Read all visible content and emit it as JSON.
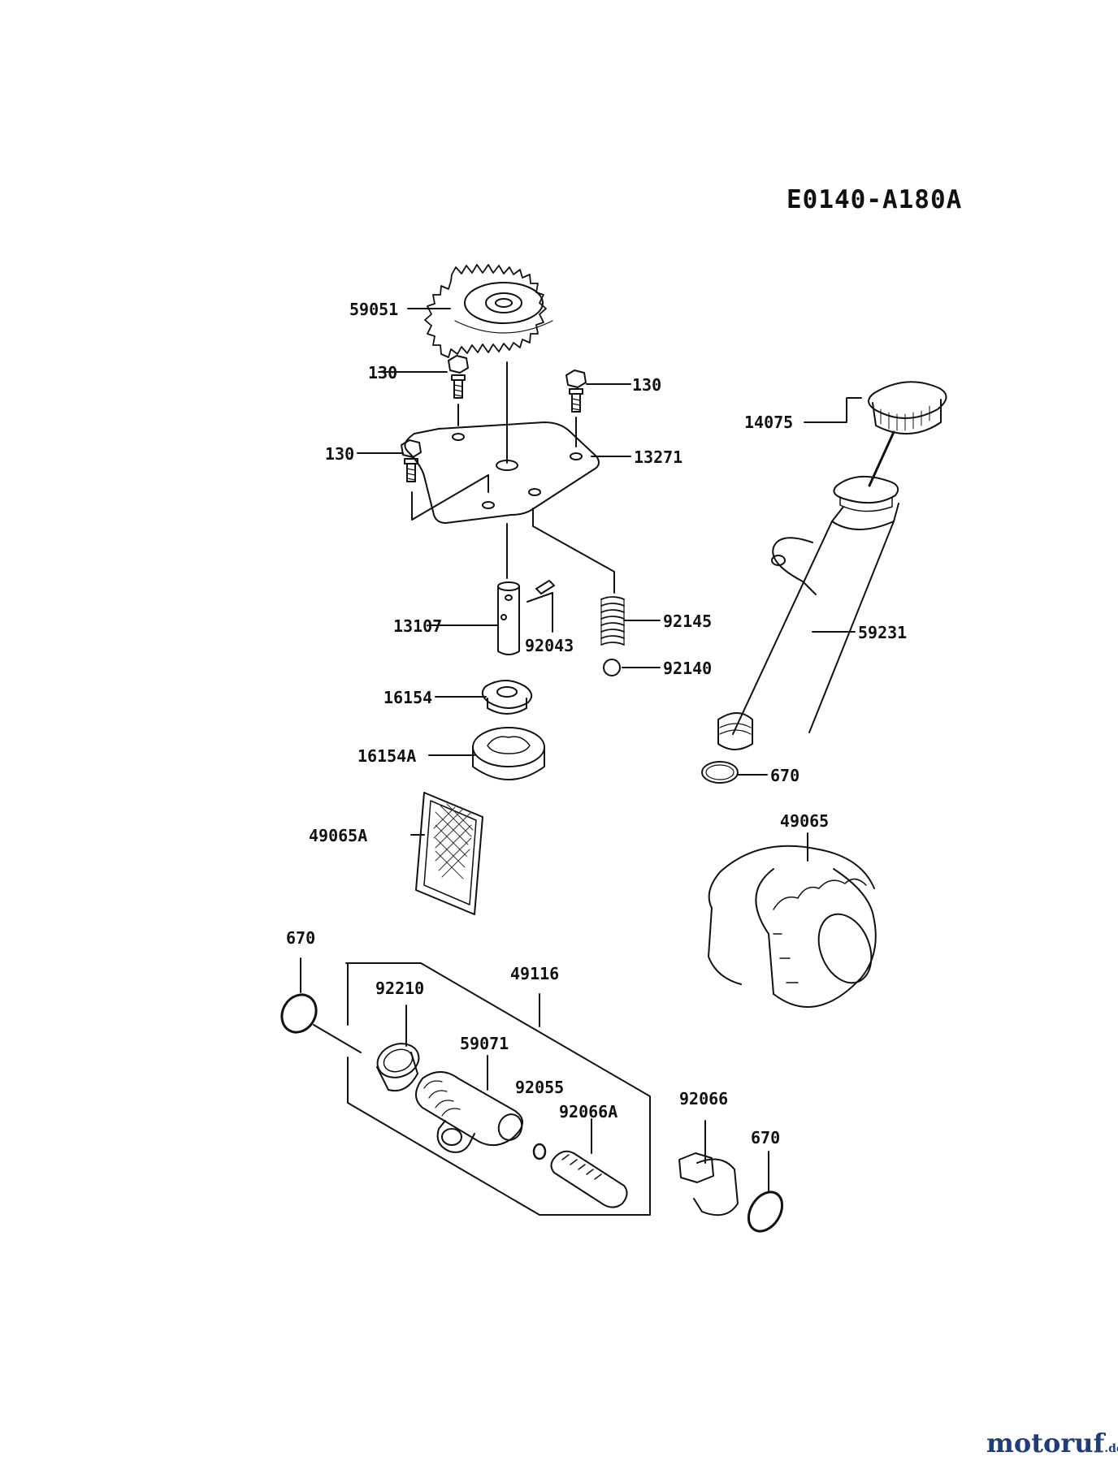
{
  "diagram_code": "E0140-A180A",
  "parts": [
    {
      "label": "59051",
      "name": "oil-pump-gear"
    },
    {
      "label": "130",
      "name": "bolt-top-left"
    },
    {
      "label": "130",
      "name": "bolt-top-right"
    },
    {
      "label": "130",
      "name": "bolt-left"
    },
    {
      "label": "13271",
      "name": "pump-cover-plate"
    },
    {
      "label": "14075",
      "name": "dipstick-cap"
    },
    {
      "label": "13107",
      "name": "pump-shaft"
    },
    {
      "label": "92043",
      "name": "pin"
    },
    {
      "label": "92145",
      "name": "relief-spring"
    },
    {
      "label": "92140",
      "name": "relief-ball"
    },
    {
      "label": "59231",
      "name": "oil-filler-tube"
    },
    {
      "label": "16154",
      "name": "inner-rotor"
    },
    {
      "label": "16154A",
      "name": "outer-rotor"
    },
    {
      "label": "670",
      "name": "o-ring-filler-tube"
    },
    {
      "label": "49065A",
      "name": "oil-screen"
    },
    {
      "label": "49065",
      "name": "oil-filter"
    },
    {
      "label": "670",
      "name": "o-ring-left"
    },
    {
      "label": "49116",
      "name": "filter-fitting-assembly"
    },
    {
      "label": "92210",
      "name": "nut"
    },
    {
      "label": "59071",
      "name": "filter-fitting"
    },
    {
      "label": "92055",
      "name": "small-o-ring"
    },
    {
      "label": "92066A",
      "name": "plug-a"
    },
    {
      "label": "92066",
      "name": "drain-plug"
    },
    {
      "label": "670",
      "name": "o-ring-drain-plug"
    }
  ],
  "watermark": {
    "brand": "motoruf",
    "tld": ".de"
  }
}
